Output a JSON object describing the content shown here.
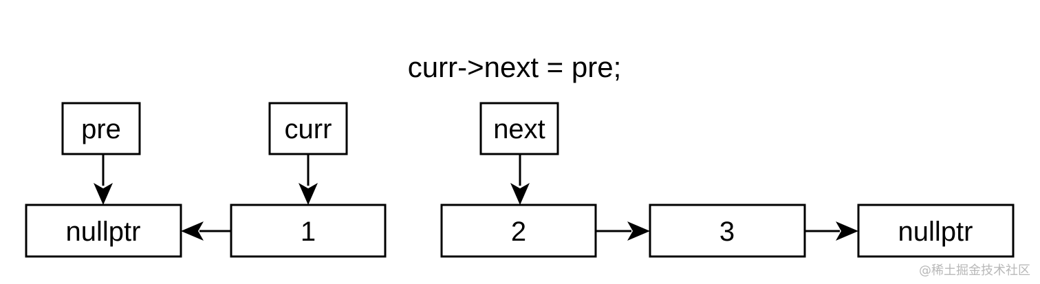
{
  "title": "curr->next = pre;",
  "pointers": {
    "pre": "pre",
    "curr": "curr",
    "next": "next"
  },
  "nodes": {
    "null_left": "nullptr",
    "n1": "1",
    "n2": "2",
    "n3": "3",
    "null_right": "nullptr"
  },
  "watermark": "@稀土掘金技术社区",
  "colors": {
    "stroke": "#000000",
    "background": "#ffffff",
    "watermark": "#b8b8b8"
  }
}
